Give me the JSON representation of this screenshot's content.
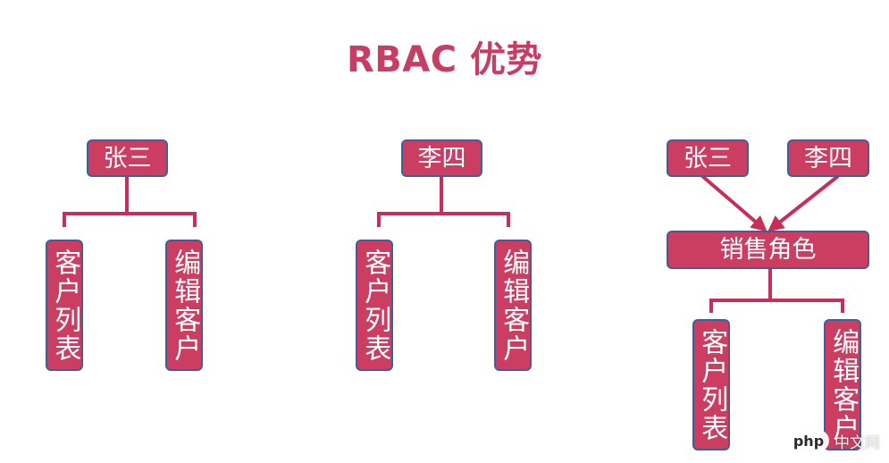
{
  "title": "RBAC 优势",
  "groups": [
    {
      "user": "张三",
      "permissions": [
        "客户列表",
        "编辑客户"
      ]
    },
    {
      "user": "李四",
      "permissions": [
        "客户列表",
        "编辑客户"
      ]
    },
    {
      "users": [
        "张三",
        "李四"
      ],
      "role": "销售角色",
      "permissions": [
        "客户列表",
        "编辑客户"
      ]
    }
  ],
  "colors": {
    "title": "#c83d63",
    "box_fill": "#cc3d62",
    "box_border": "#3f5f96",
    "connector": "#c92e57"
  },
  "watermark": {
    "logo": "php",
    "site": "中文网"
  }
}
